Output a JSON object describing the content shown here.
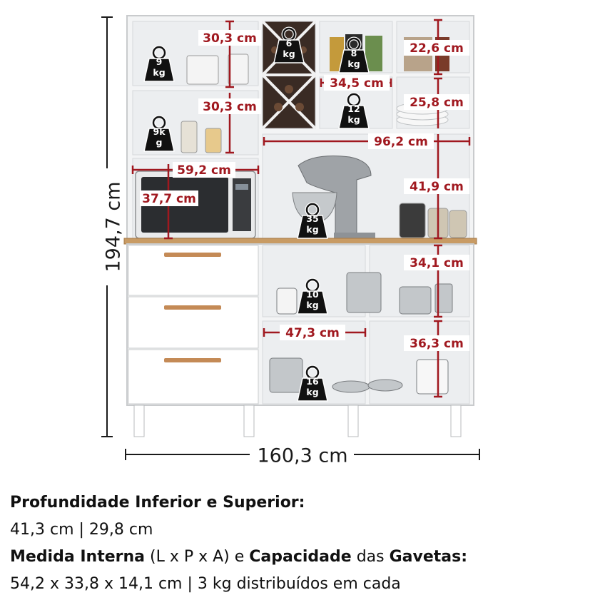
{
  "diagram": {
    "total_height": "194,7 cm",
    "total_width": "160,3 cm",
    "measures": {
      "upper_left_niche_top": "30,3 cm",
      "upper_left_niche_bottom": "30,3 cm",
      "microwave_width": "59,2 cm",
      "microwave_height": "37,7 cm",
      "upper_right_top": "22,6 cm",
      "upper_mid_width": "34,5 cm",
      "upper_right_mid": "25,8 cm",
      "upper_span_width": "96,2 cm",
      "counter_niche_height": "41,9 cm",
      "lower_niche_top": "34,1 cm",
      "lower_niche_width": "47,3 cm",
      "lower_niche_bottom": "36,3 cm"
    },
    "weights": {
      "w1": [
        "9",
        "kg"
      ],
      "w2": [
        "6",
        "kg"
      ],
      "w3": [
        "8",
        "kg"
      ],
      "w4": [
        "12",
        "kg"
      ],
      "w5": [
        "9k",
        "g"
      ],
      "w6": [
        "35",
        "kg"
      ],
      "w7": [
        "10",
        "kg"
      ],
      "w8": [
        "16",
        "kg"
      ]
    }
  },
  "info": {
    "depth_label": "Profundidade Inferior e Superior:",
    "depth_value": "41,3 cm | 29,8 cm",
    "internal_label": "Medida Interna",
    "internal_format": " (L x P x A)  e ",
    "capacity_label": "Capacidade",
    "capacity_mid": " das ",
    "drawers_label": "Gavetas:",
    "drawer_values": "54,2 x 33,8 x 14,1 cm | 3 kg distribuídos em cada"
  },
  "colors": {
    "dimension": "#a0181f",
    "cabinet_body": "#ffffff",
    "cabinet_edge": "#c9cbcd",
    "countertop": "#c89b64",
    "handles": "#c48a56",
    "weight_icon": "#111111"
  }
}
